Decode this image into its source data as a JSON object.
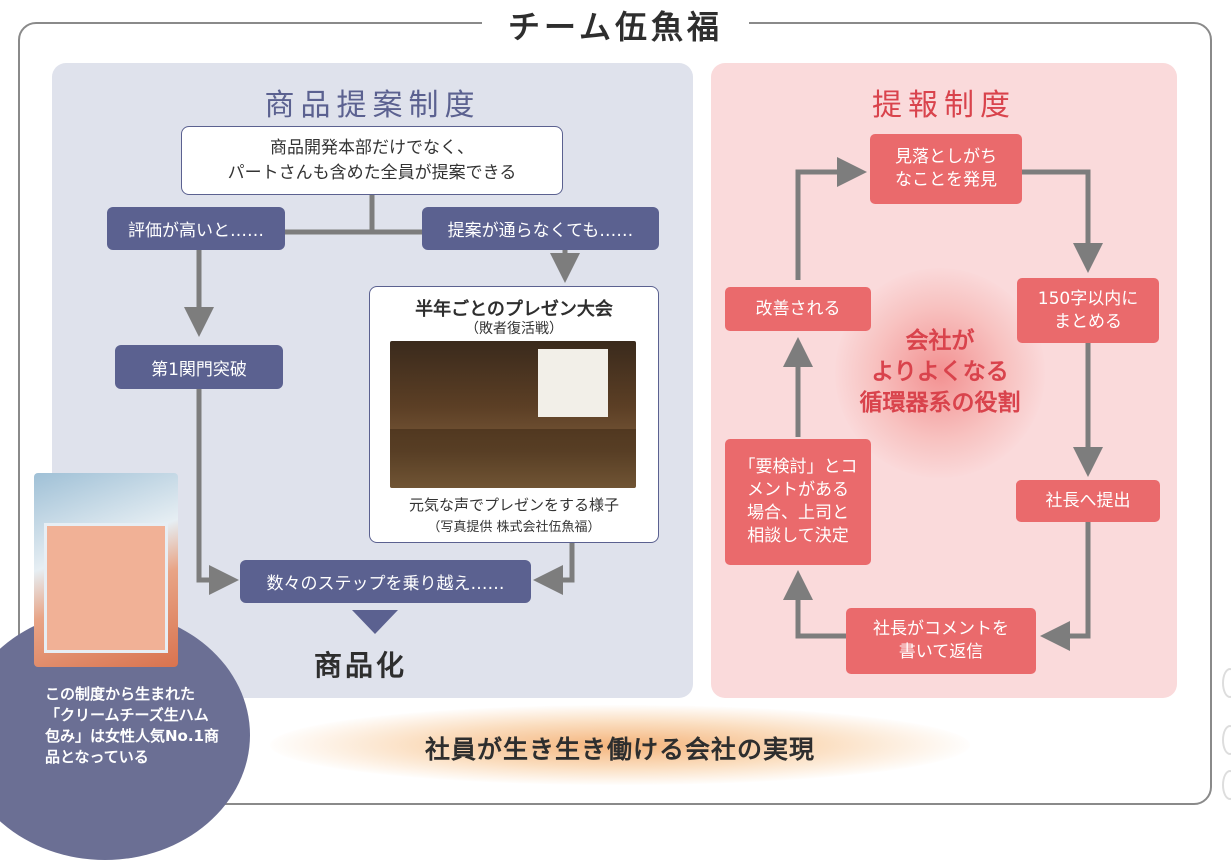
{
  "title": "チーム伍魚福",
  "left_panel": {
    "title": "商品提案制度",
    "top_box": [
      "商品開発本部だけでなく、",
      "パートさんも含めた全員が提案できる"
    ],
    "branch_left": "評価が高いと……",
    "branch_right": "提案が通らなくても……",
    "step1": "第1関門突破",
    "presentation": {
      "title": "半年ごとのプレゼン大会",
      "subtitle": "（敗者復活戦）",
      "caption": "元気な声でプレゼンをする様子",
      "credit": "（写真提供 株式会社伍魚福）"
    },
    "steps": "数々のステップを乗り越え……",
    "result": "商品化",
    "product_note": [
      "この制度から生まれた",
      "「クリームチーズ生ハム",
      "包み」は女性人気No.1商",
      "品となっている"
    ]
  },
  "right_panel": {
    "title": "提報制度",
    "cycle": {
      "top": [
        "見落としがち",
        "なことを発見"
      ],
      "right_top": [
        "150字以内に",
        "まとめる"
      ],
      "right_bottom": "社長へ提出",
      "bottom": [
        "社長がコメントを",
        "書いて返信"
      ],
      "left_bottom": [
        "「要検討」とコ",
        "メントがある",
        "場合、上司と",
        "相談して決定"
      ],
      "left_top": "改善される"
    },
    "center": [
      "会社が",
      "よりよくなる",
      "循環器系の役割"
    ]
  },
  "footer": "社員が生き生き働ける会社の実現",
  "colors": {
    "left_accent": "#5b6190",
    "right_accent": "#ea6a6c",
    "arrow": "#7d7d7d"
  }
}
